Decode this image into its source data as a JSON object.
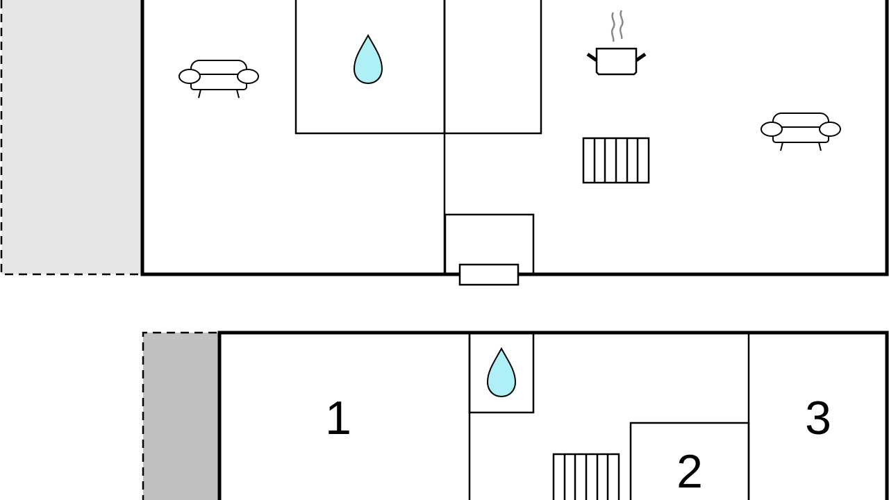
{
  "floor_plan": {
    "upper_floor": {
      "icons": [
        "sofa-icon",
        "water-drop-icon",
        "cooking-pot-icon",
        "radiator-icon",
        "sofa-icon"
      ]
    },
    "lower_floor": {
      "rooms": [
        {
          "label": "1"
        },
        {
          "label": "2"
        },
        {
          "label": "3"
        }
      ],
      "icons": [
        "water-drop-icon",
        "radiator-icon"
      ]
    },
    "colors": {
      "water": "#aef0f6",
      "terrace_light": "#e6e6e6",
      "terrace_dark": "#c0c0c0",
      "wall": "#000000"
    }
  }
}
